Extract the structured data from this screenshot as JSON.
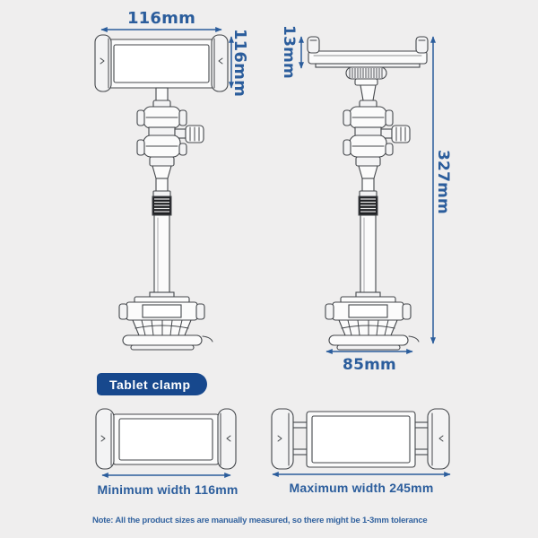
{
  "colors": {
    "background": "#efeeee",
    "dimension": "#2b5d9c",
    "line_art": "#44474b",
    "badge_bg": "#17488d",
    "badge_text": "#ffffff",
    "note_text": "#33639f"
  },
  "dimensions": {
    "front_width": "116mm",
    "front_height": "116mm",
    "side_thickness": "13mm",
    "total_height": "327mm",
    "base_width": "85mm"
  },
  "clamp_section": {
    "badge_label": "Tablet clamp",
    "min_caption": "Minimum width 116mm",
    "max_caption": "Maximum width 245mm"
  },
  "note_text": "Note: All the product sizes are manually measured, so there might be 1-3mm tolerance"
}
